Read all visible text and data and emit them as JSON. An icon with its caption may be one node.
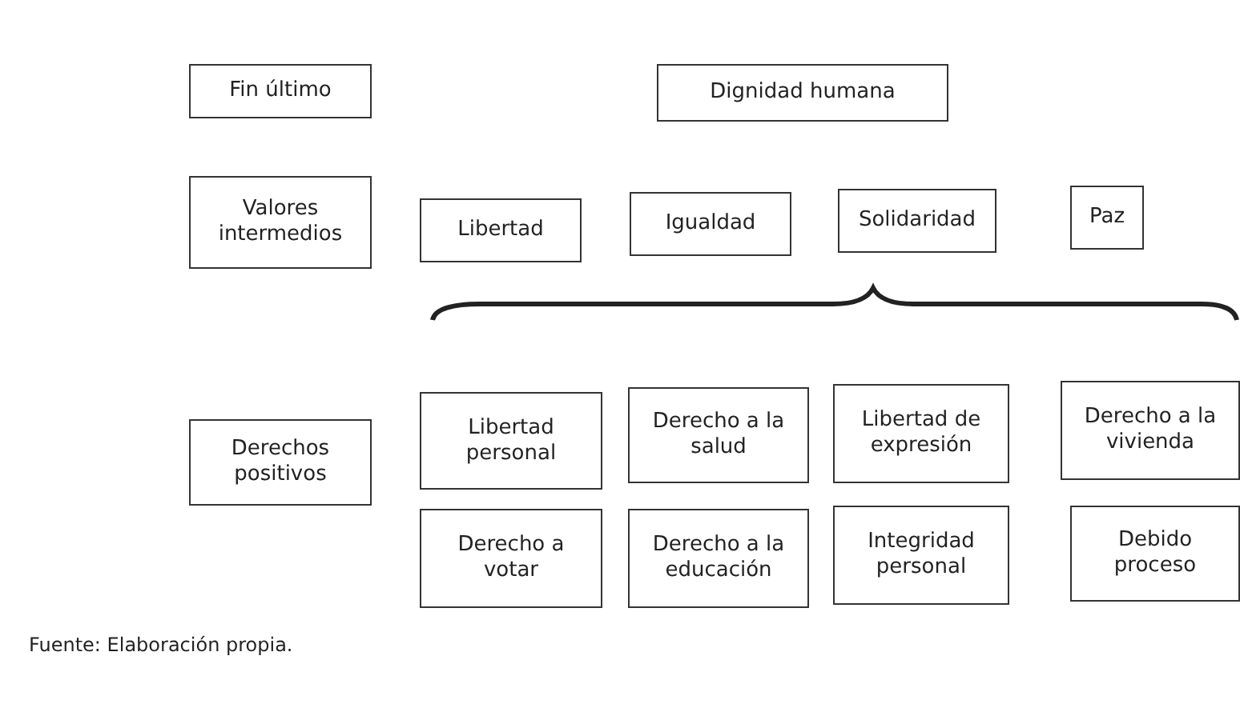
{
  "diagram": {
    "caption": "Fuente: Elaboración propia.",
    "nodes": [
      {
        "text": [
          "Fin último"
        ]
      },
      {
        "text": [
          "Dignidad humana"
        ]
      },
      {
        "text": [
          "Valores intermedios"
        ]
      },
      {
        "text": [
          "Libertad"
        ]
      },
      {
        "text": [
          "Igualdad"
        ]
      },
      {
        "text": [
          "Solidaridad"
        ]
      },
      {
        "text": [
          "Paz"
        ]
      },
      {
        "text": [
          "Libertad personal"
        ]
      },
      {
        "text": [
          "Derecho a la salud"
        ]
      },
      {
        "text": [
          "Libertad de expresión"
        ]
      },
      {
        "text": [
          "Derecho a la vivienda"
        ]
      },
      {
        "text": [
          "Derechos positivos"
        ]
      },
      {
        "text": [
          "Derecho a votar"
        ]
      },
      {
        "text": [
          "Derecho a la educación"
        ]
      },
      {
        "text": [
          "Integridad personal"
        ]
      },
      {
        "text": [
          "Debido proceso"
        ]
      }
    ]
  }
}
